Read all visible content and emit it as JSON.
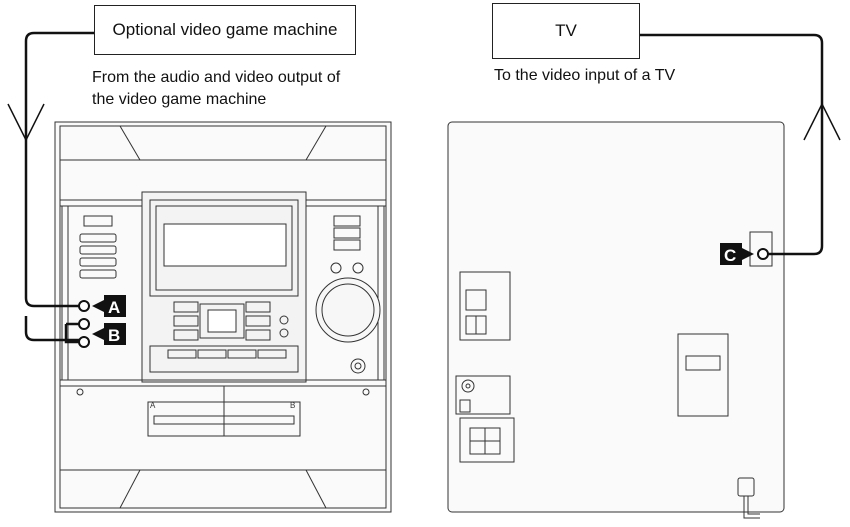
{
  "left_box": {
    "label": "Optional video game machine"
  },
  "left_note": {
    "line1": "From the audio and video output of",
    "line2": "the video game machine"
  },
  "right_box": {
    "label": "TV"
  },
  "right_note": {
    "line1": "To the video input of a TV"
  },
  "markers": {
    "a": "A",
    "b": "B",
    "c": "C"
  },
  "deck_labels": {
    "a": "A",
    "b": "B"
  },
  "colors": {
    "line": "#111111",
    "panel": "#f4f4f4",
    "marker": "#111111"
  }
}
